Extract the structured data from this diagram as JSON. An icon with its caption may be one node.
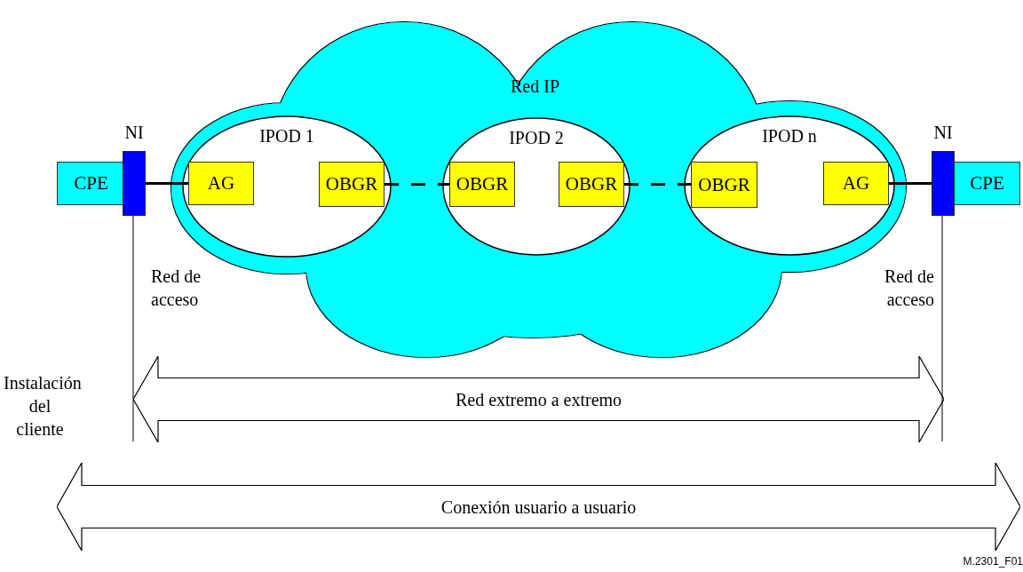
{
  "diagram": {
    "nodes": [
      {
        "text": [
          "Red IP"
        ]
      },
      {
        "text": [
          "IPOD 1"
        ],
        "in": 0
      },
      {
        "text": [
          "IPOD 2"
        ],
        "in": 0
      },
      {
        "text": [
          "IPOD n"
        ],
        "in": 0
      },
      {
        "text": [
          "CPE"
        ]
      },
      {
        "text": [
          "NI"
        ]
      },
      {
        "text": [
          "AG"
        ],
        "in": 1
      },
      {
        "text": [
          "OBGR"
        ],
        "in": 1
      },
      {
        "text": [
          "OBGR"
        ],
        "in": 2
      },
      {
        "text": [
          "OBGR"
        ],
        "in": 2
      },
      {
        "text": [
          "OBGR"
        ],
        "in": 3
      },
      {
        "text": [
          "AG"
        ],
        "in": 3
      },
      {
        "text": [
          "NI"
        ]
      },
      {
        "text": [
          "CPE"
        ]
      },
      {
        "text": [
          "Red extremo a extremo"
        ]
      },
      {
        "text": [
          "Conexión usuario a usuario"
        ]
      }
    ],
    "edges": [
      {
        "from": 5,
        "to": 6,
        "arrow": "none"
      },
      {
        "from": 7,
        "to": 8,
        "arrow": "none",
        "style": "dashed"
      },
      {
        "from": 9,
        "to": 10,
        "arrow": "none",
        "style": "dashed"
      },
      {
        "from": 11,
        "to": 12,
        "arrow": "none"
      }
    ],
    "labels": [
      "Red de acceso",
      "Red de acceso",
      "Instalación del cliente",
      "M.2301_F01"
    ]
  }
}
